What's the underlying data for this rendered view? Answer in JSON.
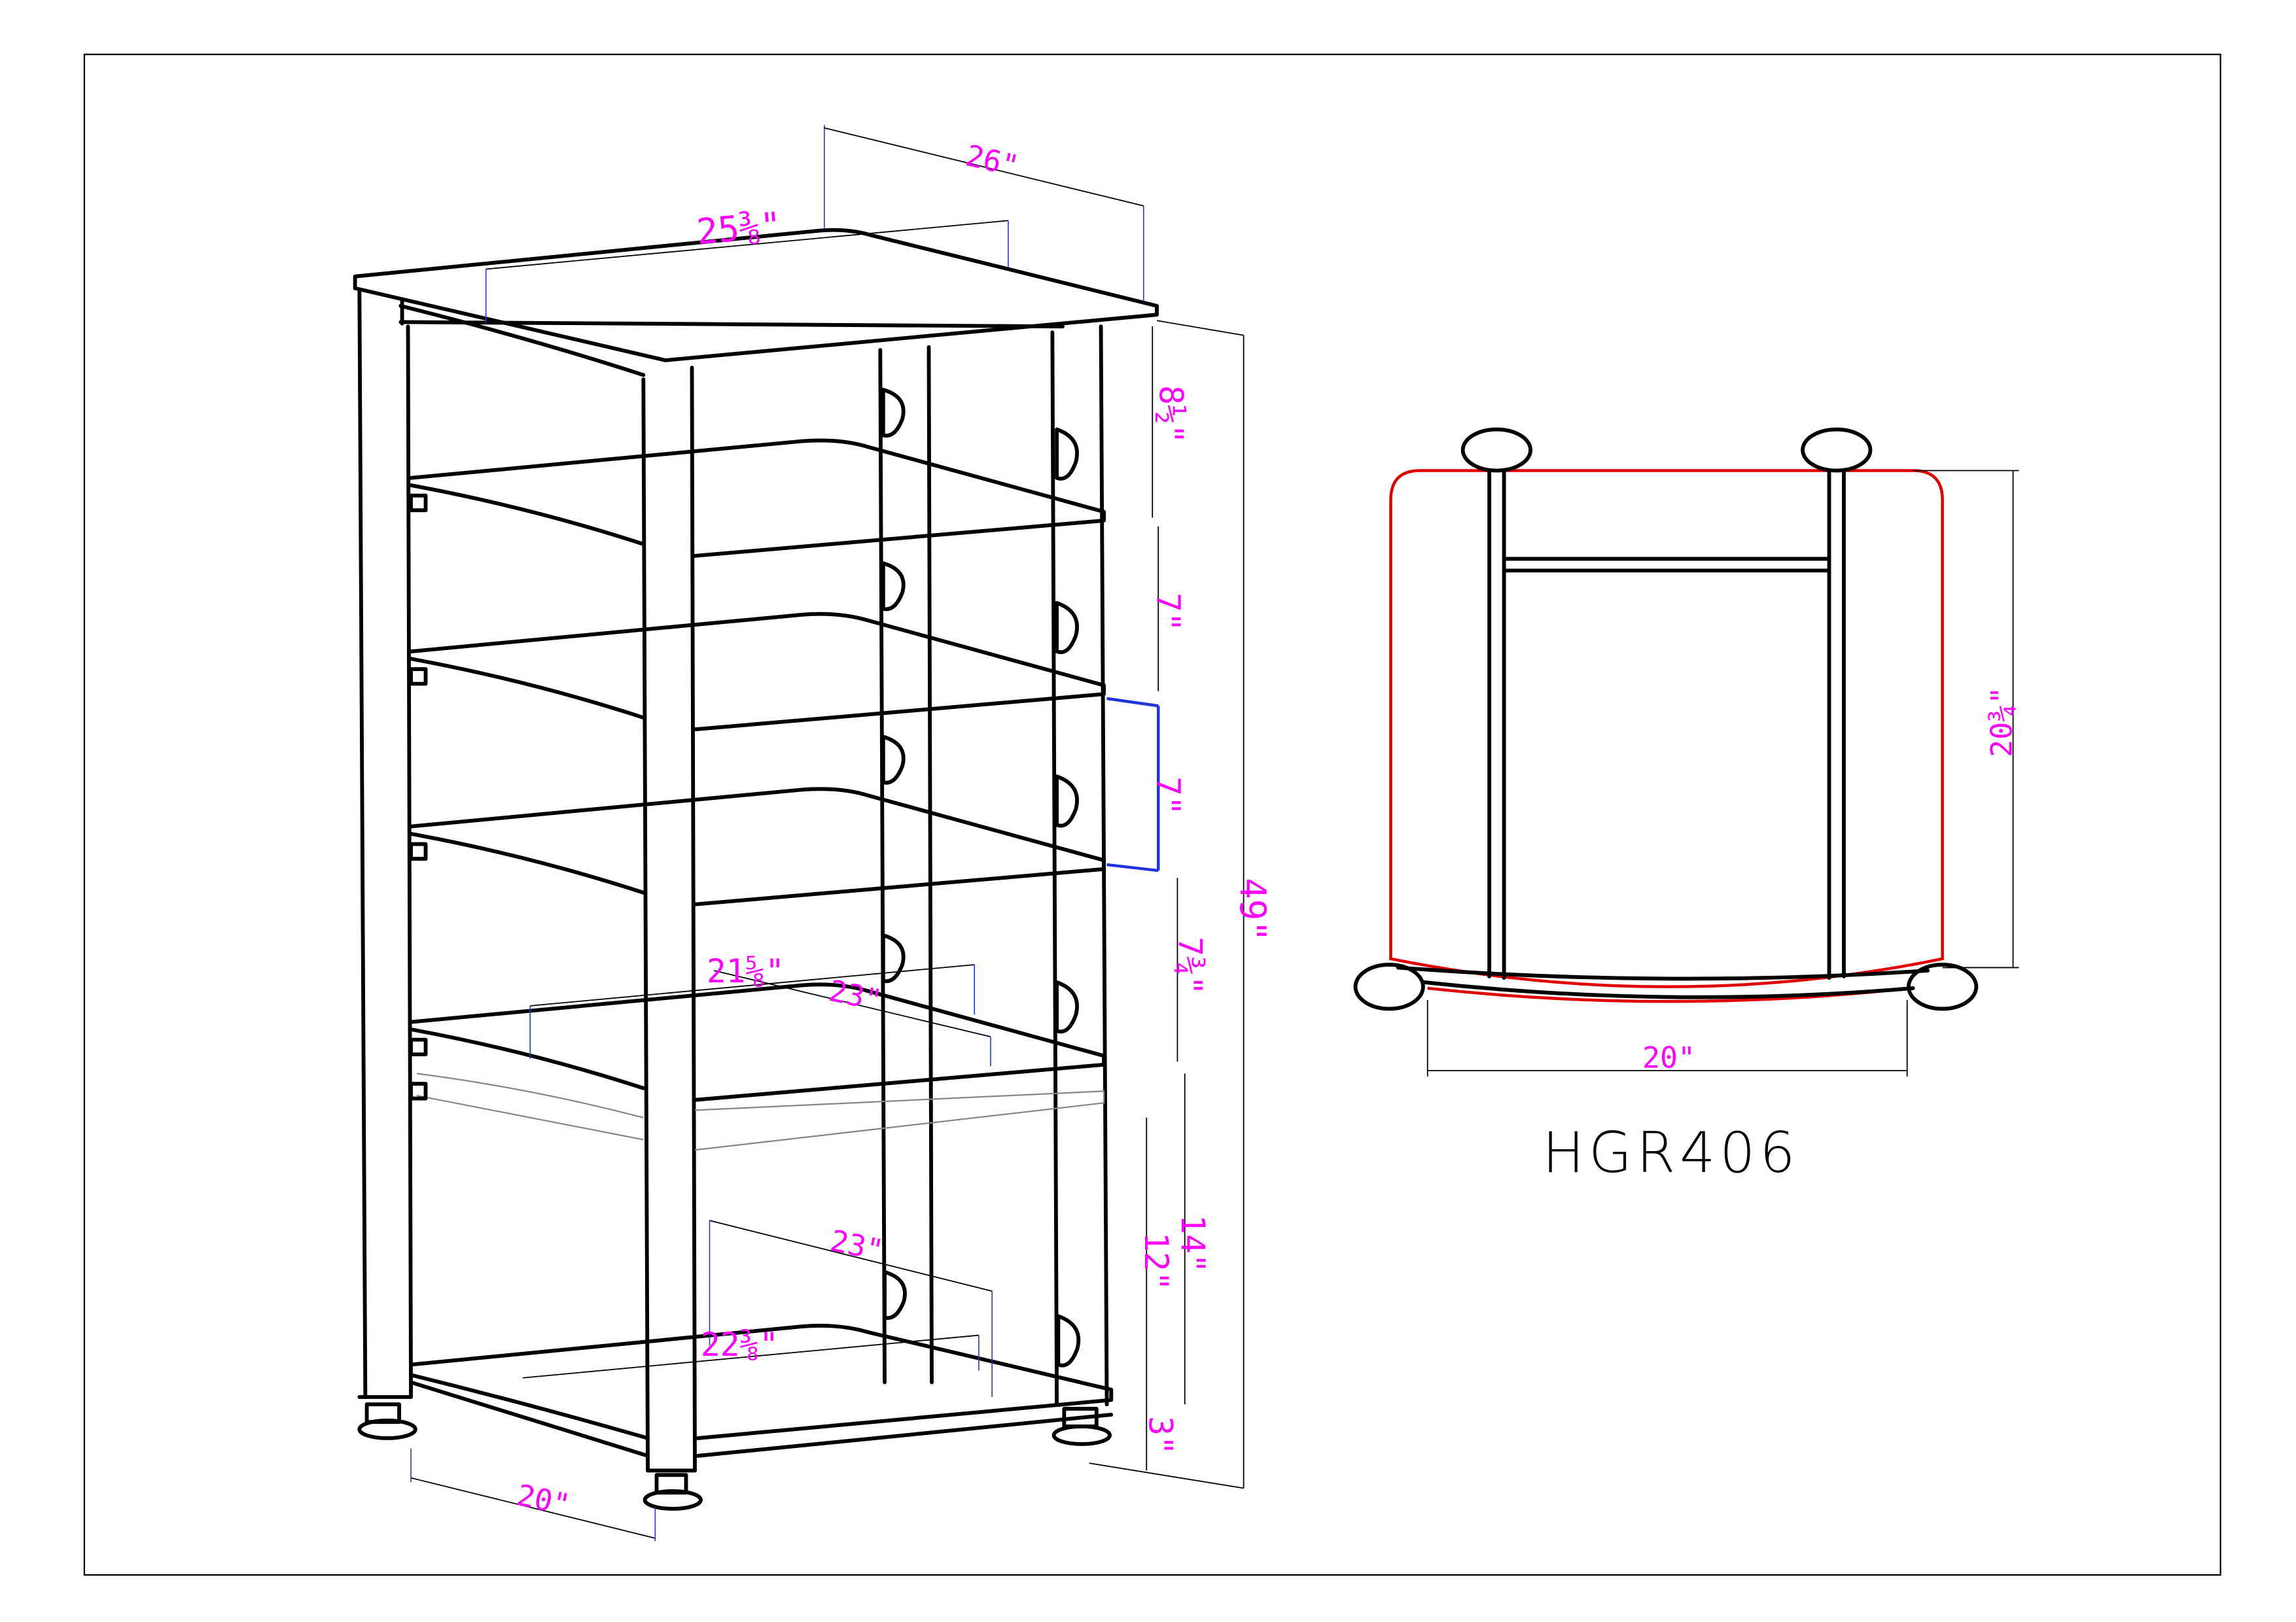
{
  "model": "HGR406",
  "colors": {
    "dimension_text": "#ff00ff",
    "outline": "#000000",
    "top_view_outline": "#e00000",
    "extension_lines": "#2233dd"
  },
  "perspective_view": {
    "overall_depth": "26\"",
    "top_width": "25⅜\"",
    "top_gap": "8½\"",
    "shelf_gap_1": "7\"",
    "shelf_gap_2": "7\"",
    "shelf_gap_3": "7¾\"",
    "overall_height": "49\"",
    "lower_gap_max": "14\"",
    "lower_gap_min": "12\"",
    "leg_height": "3\"",
    "shelf_width": "21⅝\"",
    "shelf_depth": "23\"",
    "bottom_shelf_depth": "23\"",
    "bottom_shelf_width": "22⅜\"",
    "base_depth": "20\""
  },
  "top_view": {
    "depth": "20¾\"",
    "width": "20\""
  }
}
